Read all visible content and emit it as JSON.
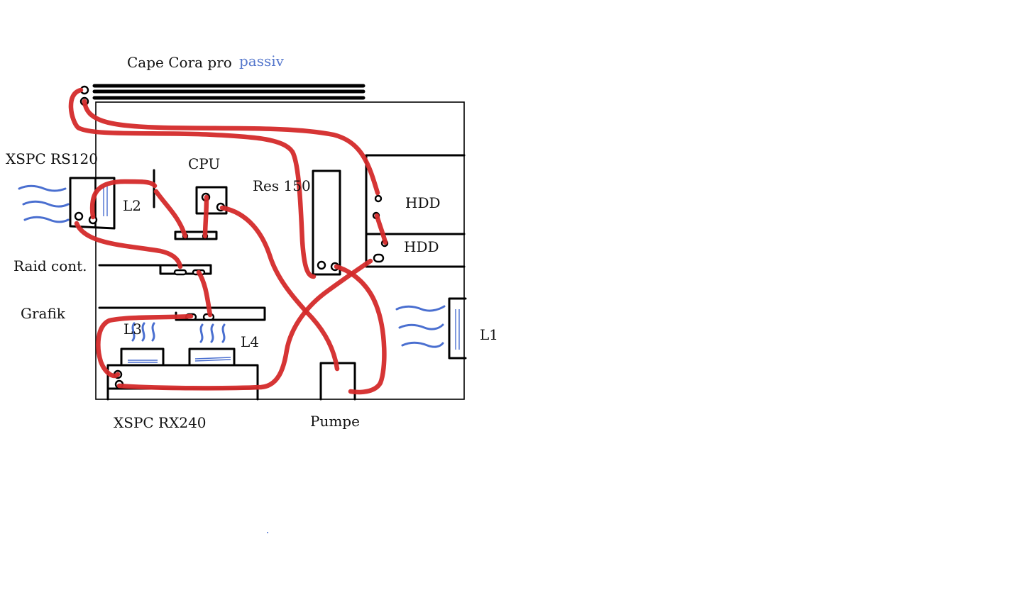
{
  "labels": {
    "cape_cora": "Cape Cora pro",
    "passiv": "passiv",
    "rs120": "XSPC RS120",
    "cpu": "CPU",
    "res150": "Res 150",
    "hdd1": "HDD",
    "hdd2": "HDD",
    "l2": "L2",
    "raid": "Raid cont.",
    "grafik": "Grafik",
    "l3": "L3",
    "l4": "L4",
    "l1": "L1",
    "rx240": "XSPC RX240",
    "pumpe": "Pumpe"
  },
  "colors": {
    "tube": "#d42a2a",
    "airflow": "#4a6fd0",
    "passiv_text": "#5577cc",
    "outline": "#000000"
  }
}
